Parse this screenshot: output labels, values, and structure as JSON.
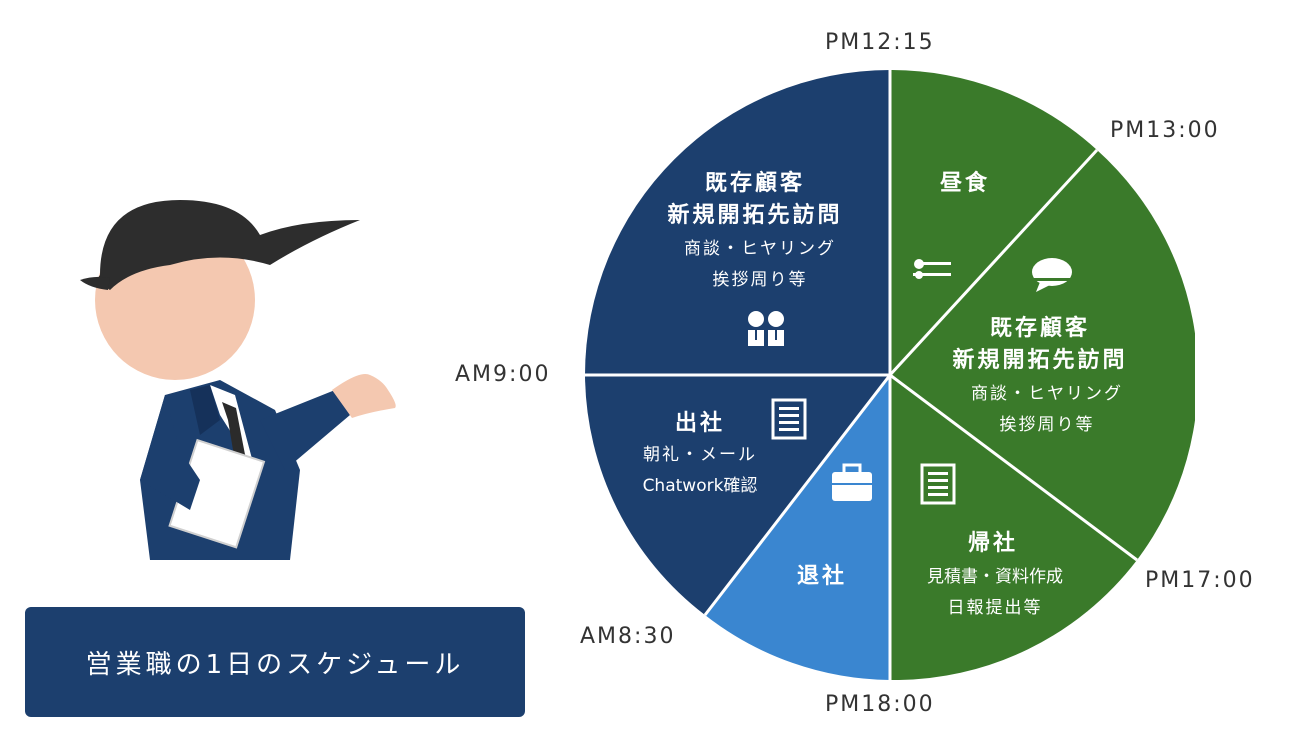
{
  "title": "営業職の1日のスケジュール",
  "colors": {
    "navy": "#1c3f6e",
    "green": "#3a7a2a",
    "blue": "#3a86d0",
    "skin": "#f4c8b0",
    "hair": "#2d2d2d",
    "suit": "#1c3f6e"
  },
  "times": {
    "pm1215": "PM12:15",
    "pm1300": "PM13:00",
    "am900": "AM9:00",
    "pm1700": "PM17:00",
    "am830": "AM8:30",
    "pm1800": "PM18:00"
  },
  "segments": {
    "visit_am": {
      "line1": "既存顧客",
      "line2": "新規開拓先訪問",
      "line3": "商談・ヒヤリング",
      "line4": "挨拶周り等",
      "icon": "people-icon"
    },
    "lunch": {
      "label": "昼食",
      "icon": "cutlery-icon"
    },
    "visit_pm": {
      "line1": "既存顧客",
      "line2": "新規開拓先訪問",
      "line3": "商談・ヒヤリング",
      "line4": "挨拶周り等",
      "icon": "speech-bubble-icon"
    },
    "arrive": {
      "label": "出社",
      "line1": "朝礼・メール",
      "line2": "Chatwork確認",
      "icon": "document-icon"
    },
    "return": {
      "label": "帰社",
      "line1": "見積書・資料作成",
      "line2": "日報提出等",
      "icon": "document-icon"
    },
    "leave": {
      "label": "退社",
      "icon": "briefcase-icon"
    }
  }
}
